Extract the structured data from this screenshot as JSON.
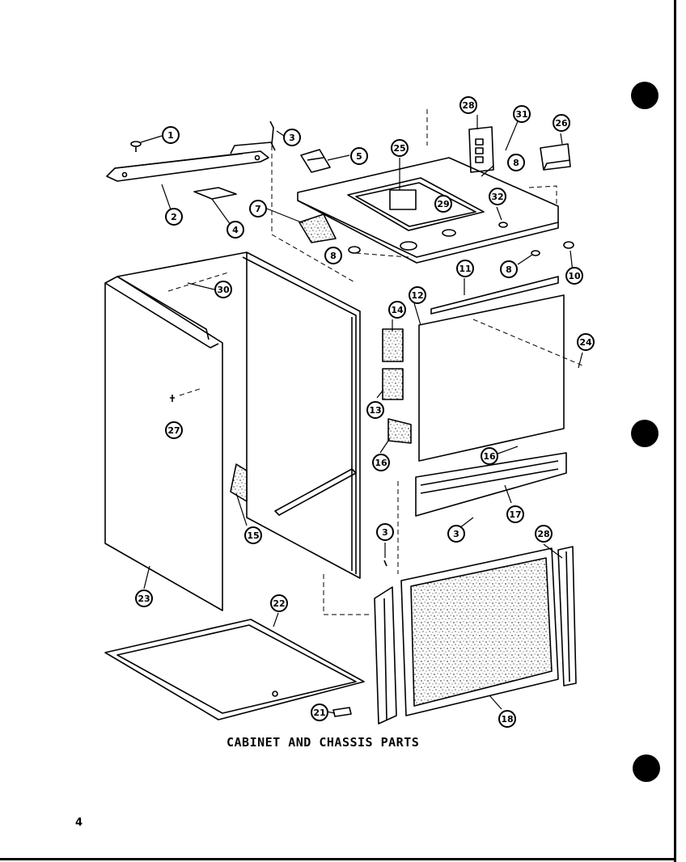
{
  "diagram": {
    "caption": "CABINET AND CHASSIS PARTS",
    "page_number": "4",
    "callouts": [
      {
        "id": "c1",
        "label": "1"
      },
      {
        "id": "c2",
        "label": "2"
      },
      {
        "id": "c3a",
        "label": "3"
      },
      {
        "id": "c4",
        "label": "4"
      },
      {
        "id": "c5",
        "label": "5"
      },
      {
        "id": "c7",
        "label": "7"
      },
      {
        "id": "c8a",
        "label": "8"
      },
      {
        "id": "c25",
        "label": "25"
      },
      {
        "id": "c29",
        "label": "29"
      },
      {
        "id": "c28a",
        "label": "28"
      },
      {
        "id": "c31",
        "label": "31"
      },
      {
        "id": "c8b",
        "label": "8"
      },
      {
        "id": "c26",
        "label": "26"
      },
      {
        "id": "c32",
        "label": "32"
      },
      {
        "id": "c8c",
        "label": "8"
      },
      {
        "id": "c10",
        "label": "10"
      },
      {
        "id": "c30",
        "label": "30"
      },
      {
        "id": "c11",
        "label": "11"
      },
      {
        "id": "c12",
        "label": "12"
      },
      {
        "id": "c14",
        "label": "14"
      },
      {
        "id": "c24",
        "label": "24"
      },
      {
        "id": "c27",
        "label": "27"
      },
      {
        "id": "c13",
        "label": "13"
      },
      {
        "id": "c16a",
        "label": "16"
      },
      {
        "id": "c16b",
        "label": "16"
      },
      {
        "id": "c15",
        "label": "15"
      },
      {
        "id": "c17",
        "label": "17"
      },
      {
        "id": "c3b",
        "label": "3"
      },
      {
        "id": "c3c",
        "label": "3"
      },
      {
        "id": "c28b",
        "label": "28"
      },
      {
        "id": "c23",
        "label": "23"
      },
      {
        "id": "c22",
        "label": "22"
      },
      {
        "id": "c21",
        "label": "21"
      },
      {
        "id": "c18",
        "label": "18"
      }
    ]
  }
}
